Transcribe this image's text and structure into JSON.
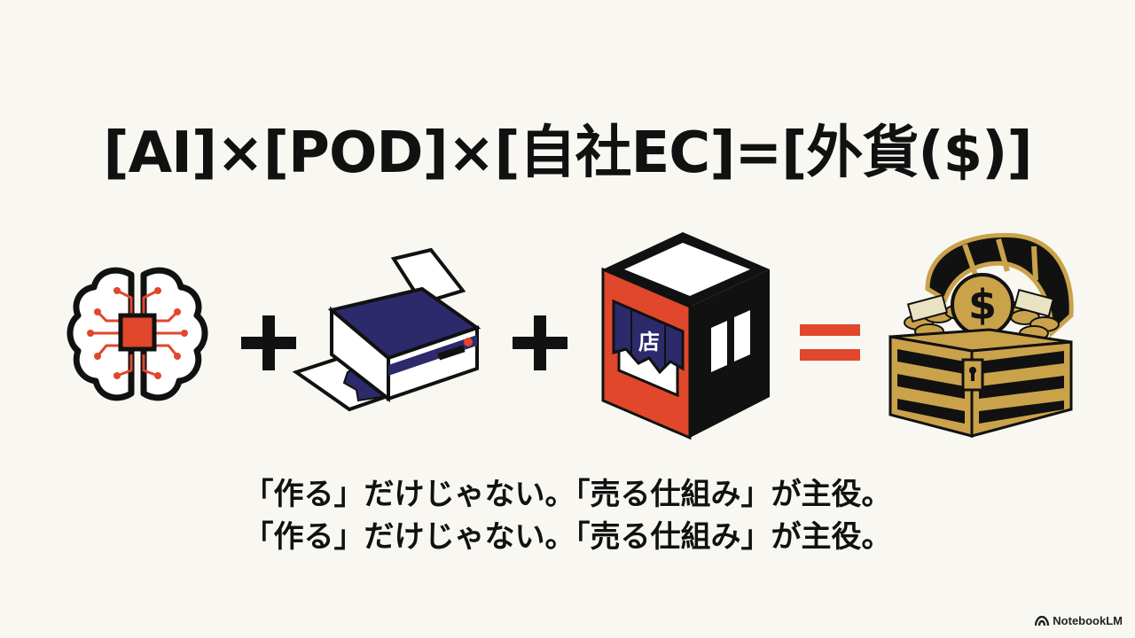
{
  "formula": {
    "text": "[AI]×[POD]×[自社EC]=[外貨($)]"
  },
  "equation": {
    "operators": [
      "+",
      "+",
      "="
    ],
    "icons": [
      "brain-chip-icon",
      "printer-icon",
      "shop-storefront-icon",
      "treasure-chest-icon"
    ],
    "shop_sign": "店",
    "chest_symbol": "$"
  },
  "tagline": {
    "line1": "「作る」だけじゃない。「売る仕組み」が主役。",
    "line2": "「作る」だけじゃない。「売る仕組み」が主役。"
  },
  "watermark": {
    "text": "NotebookLM"
  },
  "colors": {
    "background": "#f8f7f2",
    "text": "#111111",
    "accent_orange": "#e0472b",
    "navy": "#2c2a6b",
    "gold": "#c9a24a"
  }
}
